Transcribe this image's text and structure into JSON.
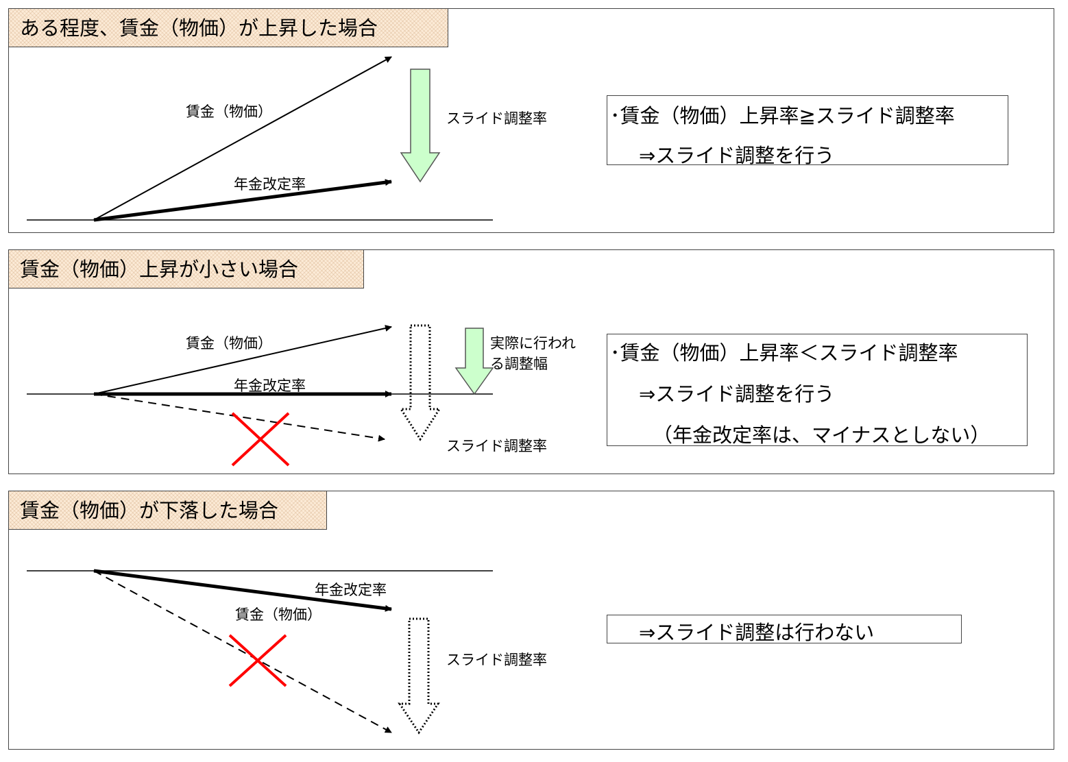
{
  "panels": [
    {
      "title": "ある程度、賃金（物価）が上昇した場合",
      "labels": {
        "wage": "賃金（物価）",
        "pension_rate": "年金改定率",
        "slide_rate": "スライド調整率"
      },
      "note": [
        "･賃金（物価）上昇率≧スライド調整率",
        "⇒スライド調整を行う"
      ]
    },
    {
      "title": "賃金（物価）上昇が小さい場合",
      "labels": {
        "wage": "賃金（物価）",
        "pension_rate": "年金改定率",
        "slide_rate": "スライド調整率",
        "actual": "実際に行われ",
        "actual2": "る調整幅"
      },
      "note": [
        "･賃金（物価）上昇率＜スライド調整率",
        "⇒スライド調整を行う",
        "（年金改定率は、マイナスとしない）"
      ]
    },
    {
      "title": "賃金（物価）が下落した場合",
      "labels": {
        "wage": "賃金（物価）",
        "pension_rate": "年金改定率",
        "slide_rate": "スライド調整率"
      },
      "note": [
        "⇒スライド調整は行わない"
      ]
    }
  ],
  "colors": {
    "green_arrow_fill": "#ccffcc",
    "green_arrow_stroke": "#555555",
    "cross": "#ff0000",
    "title_bg": "#fcebd7"
  }
}
